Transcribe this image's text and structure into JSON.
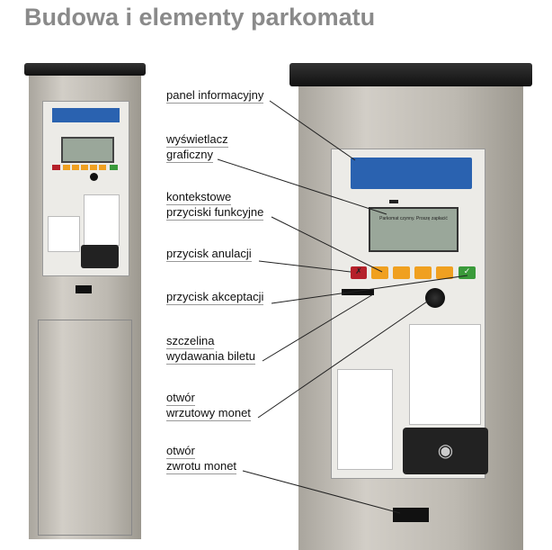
{
  "title": "Budowa i elementy parkomatu",
  "labels": [
    {
      "lines": [
        "panel informacyjny"
      ]
    },
    {
      "lines": [
        "wyświetlacz",
        "graficzny"
      ]
    },
    {
      "lines": [
        "kontekstowe",
        "przyciski funkcyjne"
      ]
    },
    {
      "lines": [
        "przycisk anulacji"
      ]
    },
    {
      "lines": [
        "przycisk akceptacji"
      ]
    },
    {
      "lines": [
        "szczelina",
        "wydawania biletu"
      ]
    },
    {
      "lines": [
        "otwór",
        "wrzutowy monet"
      ]
    },
    {
      "lines": [
        "otwór",
        "zwrotu monet"
      ]
    }
  ],
  "display": {
    "message": "Parkomat czynny. Proszę zapłacić"
  },
  "colors": {
    "cancel": "#b5202a",
    "function": "#f0a020",
    "accept": "#3a9a3a"
  }
}
